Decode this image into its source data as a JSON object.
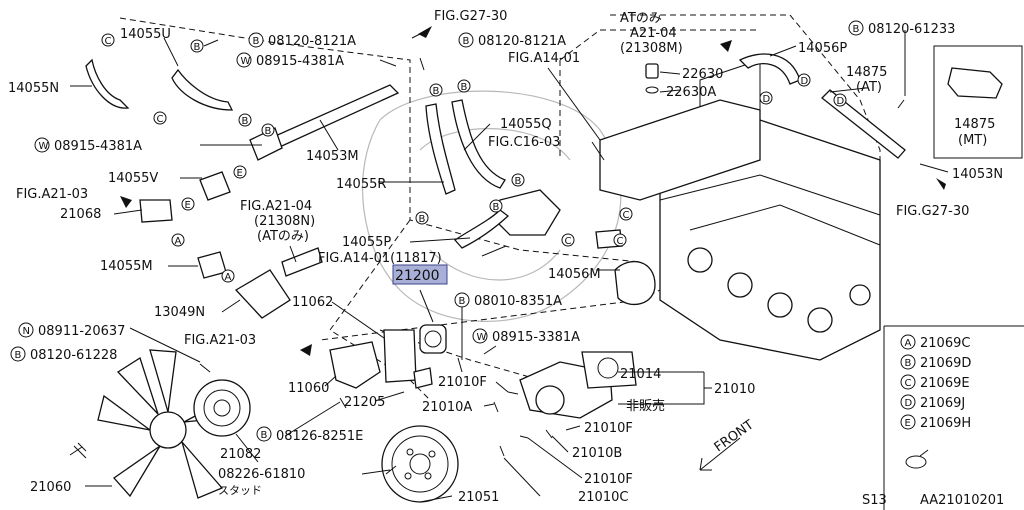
{
  "labels": {
    "fig_g27_30_top": "FIG.G27-30",
    "b_08120_8121a_1": "08120-8121A",
    "b_08120_8121a_2": "08120-8121A",
    "n14055u": "14055U",
    "w_08915_4381a_1": "08915-4381A",
    "n14055n": "14055N",
    "w_08915_4381a_2": "08915-4381A",
    "n14053m": "14053M",
    "n14055v": "14055V",
    "fig_a21_03_l": "FIG.A21-03",
    "n21068": "21068",
    "fig_a21_04": "FIG.A21-04",
    "n21308n": "(21308N)",
    "at_only": "(ATのみ)",
    "n14055m": "14055M",
    "n13049n": "13049N",
    "n11062": "11062",
    "fig_a21_03_m": "FIG.A21-03",
    "n_08911_20637": "08911-20637",
    "b_08120_61228": "08120-61228",
    "n11060": "11060",
    "n21205": "21205",
    "b_08126_8251e": "08126-8251E",
    "n21082": "21082",
    "n_08226_61810": "08226-61810",
    "stud": "スタッド",
    "n21060": "21060",
    "n21051": "21051",
    "n21010c": "21010C",
    "n21010f_b": "21010F",
    "n21010b": "21010B",
    "n21010f_m": "21010F",
    "n21010a": "21010A",
    "n21010f_l": "21010F",
    "n21014": "21014",
    "n21010": "21010",
    "not_sold": "非販売",
    "w_08915_3381a": "08915-3381A",
    "b_08010_8351a": "08010-8351A",
    "n21200": "21200",
    "fig_a14_01_11817": "FIG.A14-01(11817)",
    "n14055p": "14055P",
    "n14055r": "14055R",
    "fig_c16_03": "FIG.C16-03",
    "n14055q": "14055Q",
    "fig_a14_01": "FIG.A14-01",
    "at_only_top": "ATのみ",
    "a21_04": "A21-04",
    "n21308m": "(21308M)",
    "n22630": "22630",
    "n22630a": "22630A",
    "b_08120_61233": "08120-61233",
    "n14056p": "14056P",
    "n14875": "14875",
    "at_paren": "(AT)",
    "n14875_inset": "14875",
    "mt_paren": "(MT)",
    "n14053n": "14053N",
    "fig_g27_30_r": "FIG.G27-30",
    "n14056m": "14056M",
    "front": "FRONT",
    "s13": "S13",
    "doc_code": "AA21010201"
  },
  "legend": [
    {
      "symbol": "A",
      "part": "21069C"
    },
    {
      "symbol": "B",
      "part": "21069D"
    },
    {
      "symbol": "C",
      "part": "21069E"
    },
    {
      "symbol": "D",
      "part": "21069J"
    },
    {
      "symbol": "E",
      "part": "21069H"
    }
  ],
  "markers": {
    "A": "A",
    "B": "B",
    "C": "C",
    "D": "D",
    "E": "E",
    "W": "W",
    "N": "N"
  },
  "colors": {
    "highlight": "#a9b0d8",
    "ink": "#111111"
  }
}
